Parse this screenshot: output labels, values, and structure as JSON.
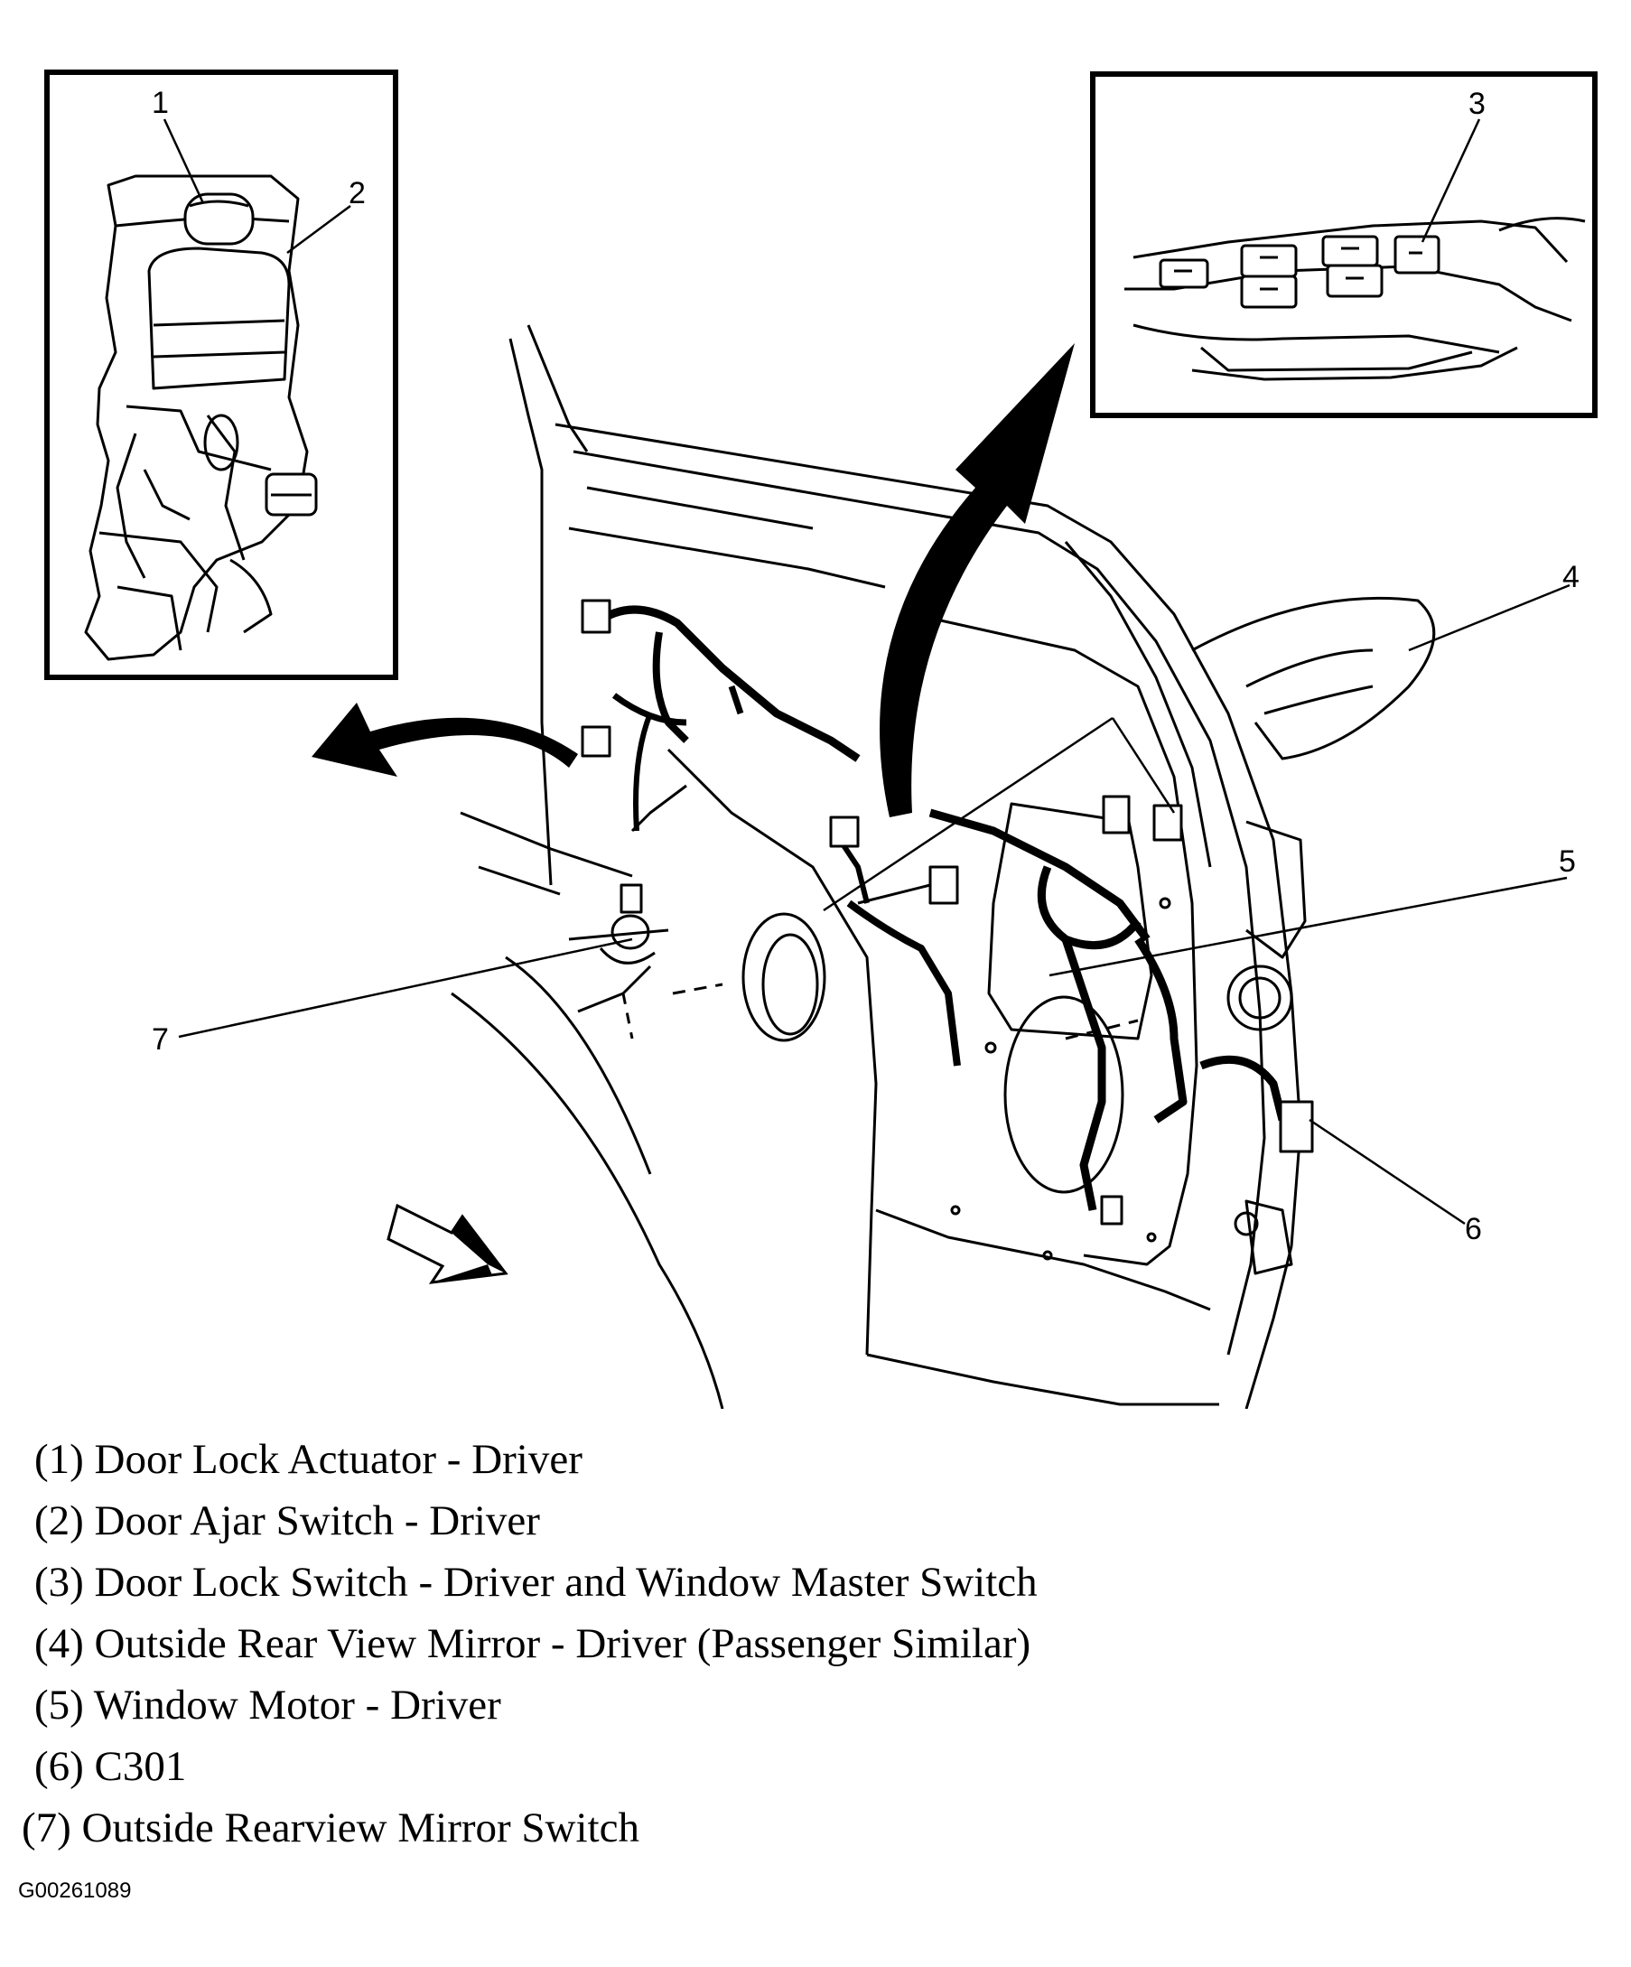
{
  "callouts": [
    "1",
    "2",
    "3",
    "4",
    "5",
    "6",
    "7"
  ],
  "legend": [
    "(1) Door Lock Actuator - Driver",
    "(2) Door Ajar Switch - Driver",
    "(3) Door Lock Switch - Driver and Window Master Switch",
    "(4) Outside Rear View Mirror - Driver (Passenger Similar)",
    "(5) Window Motor - Driver",
    "(6) C301",
    "(7)  Outside Rearview Mirror Switch"
  ],
  "figure_id": "G00261089"
}
